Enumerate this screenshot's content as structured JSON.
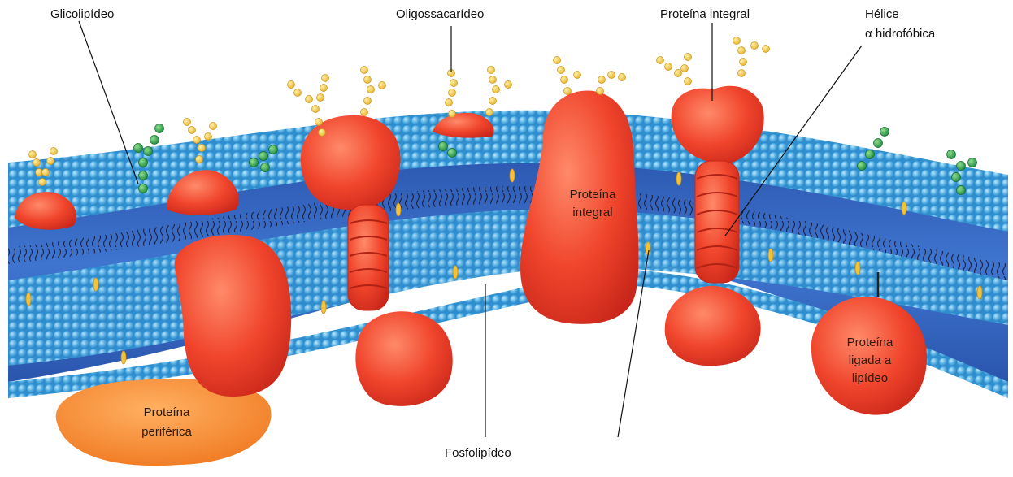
{
  "labels": {
    "glycolipid": "Glicolipídeo",
    "oligosaccharide": "Oligossacarídeo",
    "integral_protein_top": "Proteína integral",
    "helix_line1": "Hélice",
    "helix_line2": "α hidrofóbica",
    "integral_protein_inner_line1": "Proteína",
    "integral_protein_inner_line2": "integral",
    "peripheral_line1": "Proteína",
    "peripheral_line2": "periférica",
    "phospholipid": "Fosfolipídeo",
    "lipid_anchored_line1": "Proteína",
    "lipid_anchored_line2": "ligada a",
    "lipid_anchored_line3": "lipídeo"
  },
  "colors": {
    "head_blue": "#5ab4e6",
    "core_blue": "#2f5fb8",
    "protein_red": "#f0452c",
    "peripheral_orange": "#f5882e",
    "sugar_yellow": "#f4c84a",
    "sugar_green": "#2e9e4a",
    "cholesterol": "#f2c23a"
  }
}
